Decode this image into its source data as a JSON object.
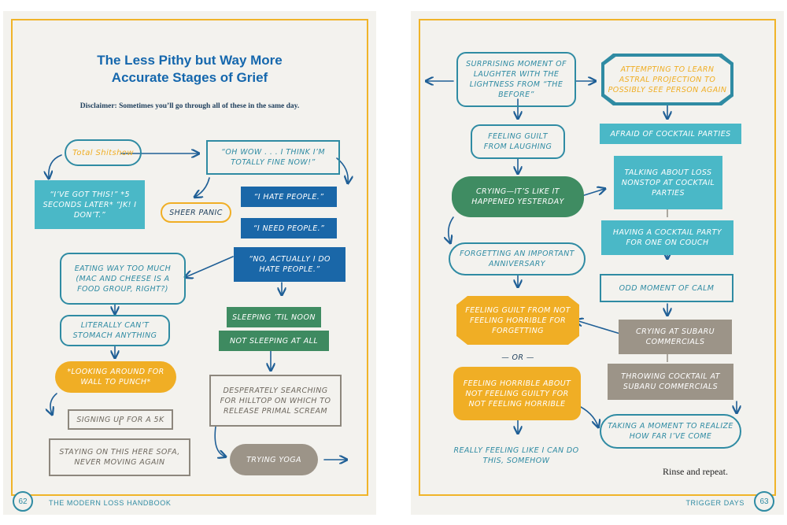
{
  "left_page": {
    "title_line1": "The Less Pithy but Way More",
    "title_line2": "Accurate Stages of Grief",
    "disclaimer": "Disclaimer: Sometimes you’ll go through all of these in the same day.",
    "nodes": {
      "total_shitshow": "Total Shitshow",
      "oh_wow": "“Oh wow . . . I think I’m totally fine now!”",
      "got_this": "“I’ve got this!” *5 seconds later* “JK! I don’t.”",
      "sheer_panic": "Sheer panic",
      "hate_people": "“I hate people.”",
      "need_people": "“I need people.”",
      "actually_hate": "“No, actually I do hate people.”",
      "eating": "Eating way too much (mac and cheese is a food group, right?)",
      "cant_stomach": "Literally can’t stomach anything",
      "sleeping_noon": "Sleeping ’til noon",
      "not_sleeping": "Not sleeping at all",
      "wall_punch": "*Looking around for wall to punch*",
      "hilltop": "Desperately searching for hilltop on which to release primal scream",
      "signing_5k": "Signing up for a 5K",
      "sofa": "Staying on this here sofa, never moving again",
      "yoga": "Trying yoga"
    },
    "page_number": "62",
    "running_head": "THE MODERN LOSS HANDBOOK"
  },
  "right_page": {
    "nodes": {
      "laughter": "Surprising moment of laughter with the lightness from “the before”",
      "astral": "Attempting to learn astral projection to possibly see person again",
      "guilt_laughing": "Feeling guilt from laughing",
      "cocktail_afraid": "Afraid of cocktail parties",
      "crying_yesterday": "Crying—it’s like it happened yesterday",
      "talking_nonstop": "Talking about loss nonstop at cocktail parties",
      "party_one": "Having a cocktail party for one on couch",
      "forgetting_anniv": "Forgetting an important anniversary",
      "odd_calm": "Odd moment of calm",
      "guilt_not_horrible": "Feeling guilt from not feeling horrible for forgetting",
      "or": "or",
      "crying_subaru": "Crying at Subaru commercials",
      "horrible_not_guilty": "Feeling horrible about not feeling guilty for not feeling horrible",
      "throwing_cocktail": "Throwing cocktail at Subaru commercials",
      "moment_realize": "Taking a moment to realize how far I’ve come",
      "really_feeling": "Really feeling like I can do this, somehow"
    },
    "rinse": "Rinse and repeat.",
    "page_number": "63",
    "running_head": "TRIGGER DAYS"
  },
  "colors": {
    "frame_gold": "#f0b429",
    "title_blue": "#1567ad",
    "teal": "#4ab8c7",
    "dark_blue": "#1a67a8",
    "green": "#3f8c62",
    "gold": "#f0ae25",
    "gray": "#9c9488",
    "paper": "#f3f2ee"
  }
}
